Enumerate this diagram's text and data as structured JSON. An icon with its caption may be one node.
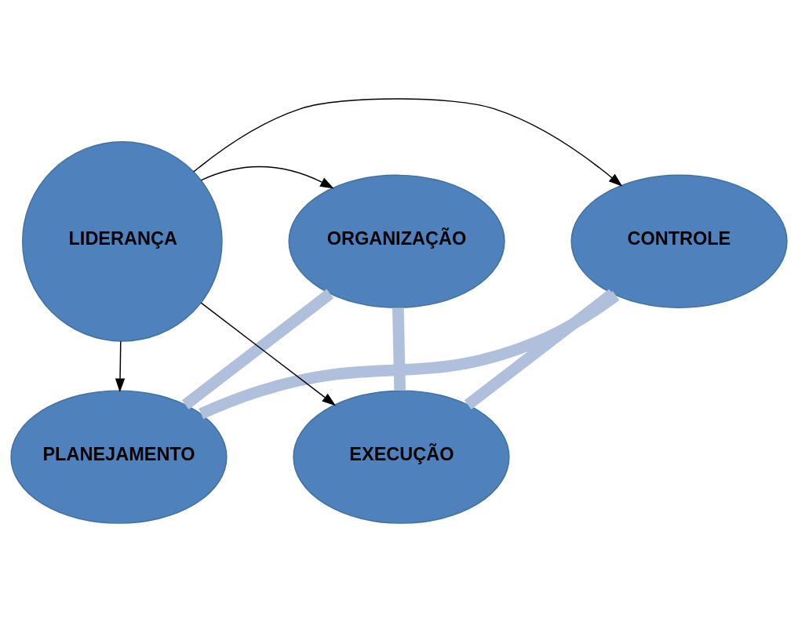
{
  "diagram": {
    "nodes": [
      {
        "text": [
          "PLANEJAMENTO"
        ]
      },
      {
        "text": [
          "CONTROLE"
        ]
      },
      {
        "text": [
          "LIDERANÇA"
        ]
      },
      {
        "text": [
          "ORGANIZAÇÃO"
        ]
      },
      {
        "text": [
          "EXECUÇÃO"
        ]
      }
    ],
    "edges": [
      {
        "from": 2,
        "to": 0,
        "arrow": "to"
      },
      {
        "from": 2,
        "to": 1,
        "arrow": "to"
      },
      {
        "from": 2,
        "to": 3,
        "arrow": "to"
      },
      {
        "from": 2,
        "to": 4,
        "arrow": "to"
      },
      {
        "from": 0,
        "to": 3,
        "arrow": "none",
        "style": "thick",
        "color": "#b0c0dc"
      },
      {
        "from": 3,
        "to": 4,
        "arrow": "none",
        "style": "thick",
        "color": "#b0c0dc"
      },
      {
        "from": 4,
        "to": 1,
        "arrow": "none",
        "style": "thick",
        "color": "#b0c0dc"
      },
      {
        "from": 1,
        "to": 0,
        "arrow": "none",
        "style": "thick",
        "color": "#b0c0dc"
      }
    ]
  }
}
